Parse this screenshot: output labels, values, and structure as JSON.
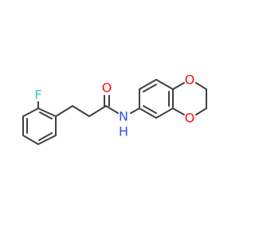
{
  "atoms": {
    "fluorine": {
      "symbol": "F",
      "color": "#33cccc"
    },
    "carbonyl_oxygen": {
      "symbol": "O",
      "color": "#ff0d0d"
    },
    "amide_nitrogen": {
      "symbol": "N",
      "color": "#3050f8"
    },
    "amide_hydrogen": {
      "symbol": "H",
      "color": "#3050f8"
    },
    "dioxane_oxygen_top": {
      "symbol": "O",
      "color": "#ff0d0d"
    },
    "dioxane_oxygen_bottom": {
      "symbol": "O",
      "color": "#ff0d0d"
    }
  },
  "bond_color": "#404040"
}
